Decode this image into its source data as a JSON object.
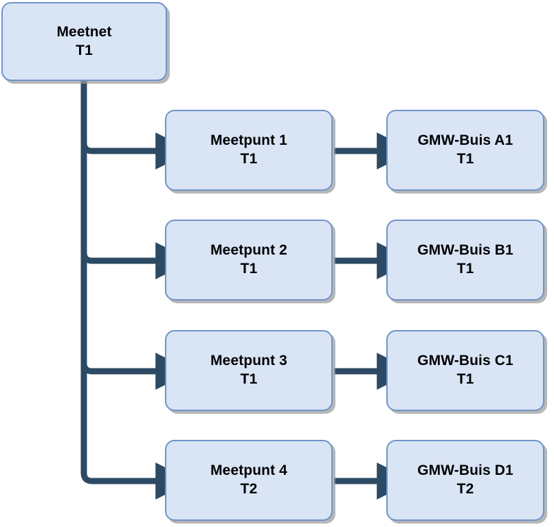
{
  "diagram": {
    "type": "hierarchy-flow",
    "background_color": "#ffffff",
    "node_fill_color": "#d9e4f5",
    "node_border_color": "#6f93c9",
    "connector_color": "#2c4a63",
    "shadow_color": "#9b9b9b",
    "text_color": "#000000",
    "root": {
      "name": "meetnet",
      "title": "Meetnet",
      "subtitle": "T1"
    },
    "rows": [
      {
        "middle": {
          "name": "meetpunt-1",
          "title": "Meetpunt 1",
          "subtitle": "T1"
        },
        "right": {
          "name": "gmw-buis-a1",
          "title": "GMW-Buis A1",
          "subtitle": "T1"
        }
      },
      {
        "middle": {
          "name": "meetpunt-2",
          "title": "Meetpunt 2",
          "subtitle": "T1"
        },
        "right": {
          "name": "gmw-buis-b1",
          "title": "GMW-Buis B1",
          "subtitle": "T1"
        }
      },
      {
        "middle": {
          "name": "meetpunt-3",
          "title": "Meetpunt 3",
          "subtitle": "T1"
        },
        "right": {
          "name": "gmw-buis-c1",
          "title": "GMW-Buis C1",
          "subtitle": "T1"
        }
      },
      {
        "middle": {
          "name": "meetpunt-4",
          "title": "Meetpunt 4",
          "subtitle": "T2"
        },
        "right": {
          "name": "gmw-buis-d1",
          "title": "GMW-Buis D1",
          "subtitle": "T2"
        }
      }
    ]
  }
}
